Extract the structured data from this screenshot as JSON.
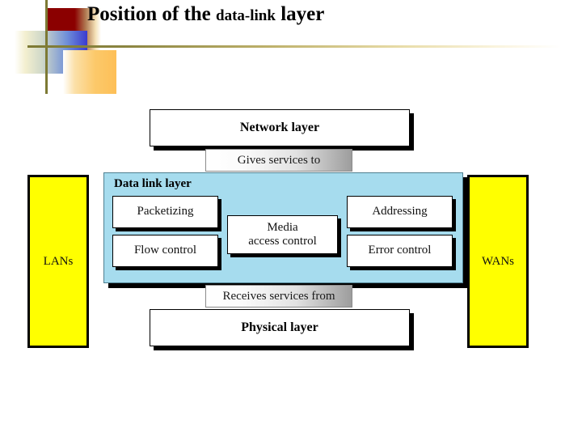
{
  "slide": {
    "title_main": "Position of the ",
    "title_small": "data-link",
    "title_tail": " layer"
  },
  "decor": {
    "square_red": "red-square",
    "square_blue": "blue-gradient-square",
    "square_orange": "orange-gradient-square",
    "rule_vertical": "vertical-rule",
    "rule_horizontal": "horizontal-rule",
    "colors": {
      "red": "#8b0000",
      "blue": "#3a3ad0",
      "orange": "#fdbf57",
      "olive": "#7d7a34"
    }
  },
  "diagram": {
    "top_layer": "Network layer",
    "gives_services": "Gives services to",
    "receives_services": "Receives services from",
    "bottom_layer": "Physical layer",
    "data_link": {
      "label": "Data link layer",
      "panel_color": "#a6dcee",
      "functions": [
        {
          "name": "Packetizing",
          "line1": "Packetizing"
        },
        {
          "name": "Flow control",
          "line1": "Flow control"
        },
        {
          "name": "Media access control",
          "line1": "Media",
          "line2": "access control"
        },
        {
          "name": "Addressing",
          "line1": "Addressing"
        },
        {
          "name": "Error control",
          "line1": "Error control"
        }
      ]
    },
    "left_network": {
      "label": "LANs",
      "color": "#ffff00"
    },
    "right_network": {
      "label": "WANs",
      "color": "#ffff00"
    }
  }
}
